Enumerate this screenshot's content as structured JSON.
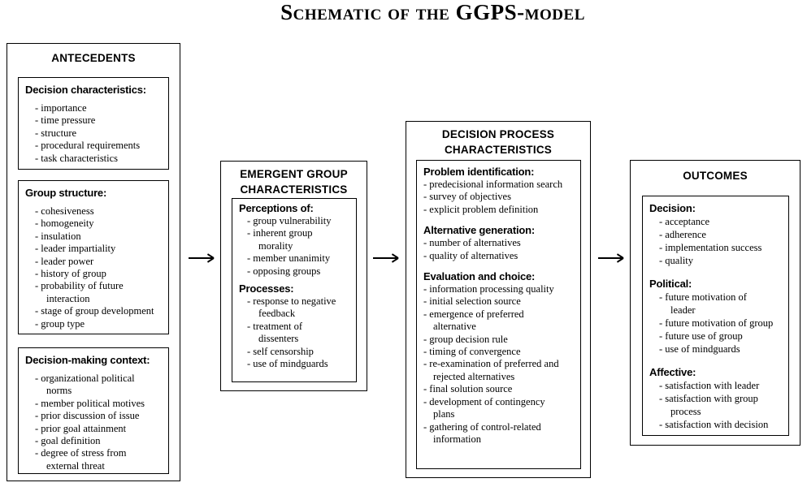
{
  "page": {
    "title": "Schematic of the GGPS-model"
  },
  "boxes": [
    {
      "id": "antecedents",
      "title": "ANTECEDENTS",
      "panels": [
        {
          "sections": [
            {
              "heading": "Decision characteristics:",
              "items": [
                "importance",
                "time pressure",
                "structure",
                "procedural requirements",
                "task characteristics"
              ]
            }
          ]
        },
        {
          "sections": [
            {
              "heading": "Group structure:",
              "items": [
                "cohesiveness",
                "homogeneity",
                "insulation",
                "leader impartiality",
                "leader power",
                "history of group",
                "probability of future\ninteraction",
                "stage of group development",
                "group type"
              ]
            }
          ]
        },
        {
          "sections": [
            {
              "heading": "Decision-making context:",
              "items": [
                "organizational political\nnorms",
                "member political motives",
                "prior discussion of issue",
                "prior goal attainment",
                "goal definition",
                "degree of stress from\nexternal threat"
              ]
            }
          ]
        }
      ]
    },
    {
      "id": "emergent-group-characteristics",
      "title": "EMERGENT GROUP CHARACTERISTICS",
      "panels": [
        {
          "sections": [
            {
              "heading": "Perceptions of:",
              "items": [
                "group vulnerability",
                "inherent group\nmorality",
                "member unanimity",
                "opposing groups"
              ]
            },
            {
              "heading": "Processes:",
              "items": [
                "response to negative\nfeedback",
                "treatment of\ndissenters",
                "self censorship",
                "use of mindguards"
              ]
            }
          ]
        }
      ]
    },
    {
      "id": "decision-process-characteristics",
      "title": "DECISION PROCESS CHARACTERISTICS",
      "panels": [
        {
          "sections": [
            {
              "heading": "Problem identification:",
              "items": [
                "predecisional information search",
                "survey of objectives",
                "explicit problem definition"
              ]
            },
            {
              "heading": "Alternative generation:",
              "items": [
                "number of alternatives",
                "quality of alternatives"
              ]
            },
            {
              "heading": "Evaluation and choice:",
              "items": [
                "information processing quality",
                "initial selection source",
                "emergence of preferred\nalternative",
                "group decision rule",
                "timing of convergence",
                "re-examination of preferred and\nrejected alternatives",
                "final solution source",
                "development of contingency\nplans",
                "gathering of control-related\ninformation"
              ]
            }
          ]
        }
      ]
    },
    {
      "id": "outcomes",
      "title": "OUTCOMES",
      "panels": [
        {
          "sections": [
            {
              "heading": "Decision:",
              "items": [
                "acceptance",
                "adherence",
                "implementation success",
                "quality"
              ]
            },
            {
              "heading": "Political:",
              "items": [
                "future motivation of\nleader",
                "future motivation of group",
                "future use of group",
                "use of mindguards"
              ]
            },
            {
              "heading": "Affective:",
              "items": [
                "satisfaction with leader",
                "satisfaction with group\nprocess",
                "satisfaction with decision"
              ]
            }
          ]
        }
      ]
    }
  ],
  "arrows": {
    "count": 3,
    "direction": "right"
  }
}
